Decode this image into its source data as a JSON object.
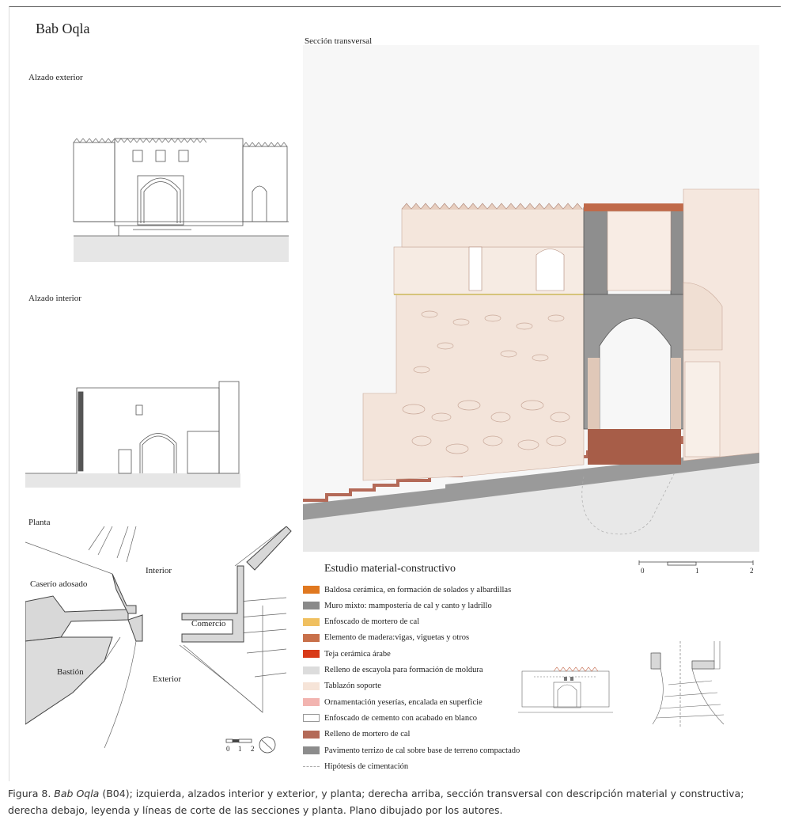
{
  "title": "Bab Oqla",
  "views": {
    "alzado_exterior": "Alzado exterior",
    "alzado_interior": "Alzado interior",
    "planta": "Planta",
    "seccion": "Sección transversal"
  },
  "plan_labels": {
    "interior": "Interior",
    "caserio": "Caserío adosado",
    "comercio": "Comercio",
    "bastion": "Bastión",
    "exterior": "Exterior"
  },
  "plan_scale": [
    "0",
    "1",
    "2"
  ],
  "section_scale": [
    "0",
    "1",
    "2"
  ],
  "legend": {
    "title": "Estudio material-constructivo",
    "items": [
      {
        "label": "Baldosa cerámica, en formación de solados y albardillas",
        "color": "#e07820"
      },
      {
        "label": "Muro mixto: mampostería de cal y canto y ladrillo",
        "color": "#8a8a8a"
      },
      {
        "label": "Enfoscado de mortero de cal",
        "color": "#f0c060"
      },
      {
        "label": "Elemento de madera:vigas, viguetas y otros",
        "color": "#c8704a"
      },
      {
        "label": "Teja cerámica árabe",
        "color": "#d83a18"
      },
      {
        "label": "Relleno de escayola para formación de moldura",
        "color": "#dcdcdc"
      },
      {
        "label": "Tablazón soporte",
        "color": "#f6e4d8"
      },
      {
        "label": "Ornamentación yeserías, encalada en superficie",
        "color": "#f2b4b0"
      },
      {
        "label": "Enfoscado de cemento con acabado en blanco",
        "color": "#ffffff"
      },
      {
        "label": "Relleno de mortero de cal",
        "color": "#b46a58"
      },
      {
        "label": "Pavimento terrizo de cal sobre base de terreno compactado",
        "color": "#8c8c8c"
      },
      {
        "label": "Hipótesis de cimentación",
        "color": "dashed"
      }
    ]
  },
  "caption": {
    "prefix": "Figura 8. ",
    "italic": "Bab Oqla",
    "rest": " (B04); izquierda, alzados interior y exterior, y planta; derecha arriba, sección transversal con descripción material y constructiva; derecha debajo, leyenda y líneas de corte de las secciones y planta. Plano dibujado por los autores."
  }
}
